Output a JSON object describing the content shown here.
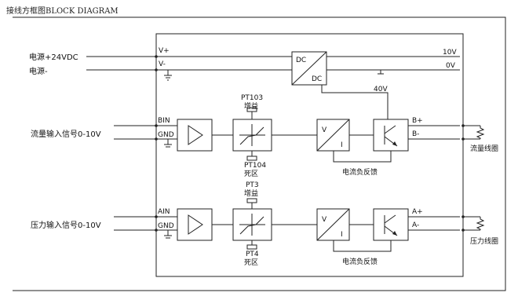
{
  "title": "接线方框图BLOCK DIAGRAM",
  "power": {
    "in_pos": "电源+24VDC",
    "in_neg": "电源-",
    "term_pos": "V+",
    "term_neg": "V-",
    "dcdc_top": "DC",
    "dcdc_bottom": "DC",
    "out_10v": "10V",
    "out_0v": "0V",
    "out_40v": "40V"
  },
  "channel_b": {
    "input_label": "流量输入信号0-10V",
    "term_sig": "BIN",
    "term_gnd": "GND",
    "pot_gain": "PT103",
    "gain_label": "增益",
    "pot_dead": "PT104",
    "dead_label": "死区",
    "vi_v": "V",
    "vi_i": "I",
    "feedback": "电流负反馈",
    "out_pos": "B+",
    "out_neg": "B-",
    "coil": "流量线圈"
  },
  "channel_a": {
    "input_label": "压力输入信号0-10V",
    "term_sig": "AIN",
    "term_gnd": "GND",
    "pot_gain": "PT3",
    "gain_label": "增益",
    "pot_dead": "PT4",
    "dead_label": "死区",
    "vi_v": "V",
    "vi_i": "I",
    "feedback": "电流负反馈",
    "out_pos": "A+",
    "out_neg": "A-",
    "coil": "压力线圈"
  }
}
